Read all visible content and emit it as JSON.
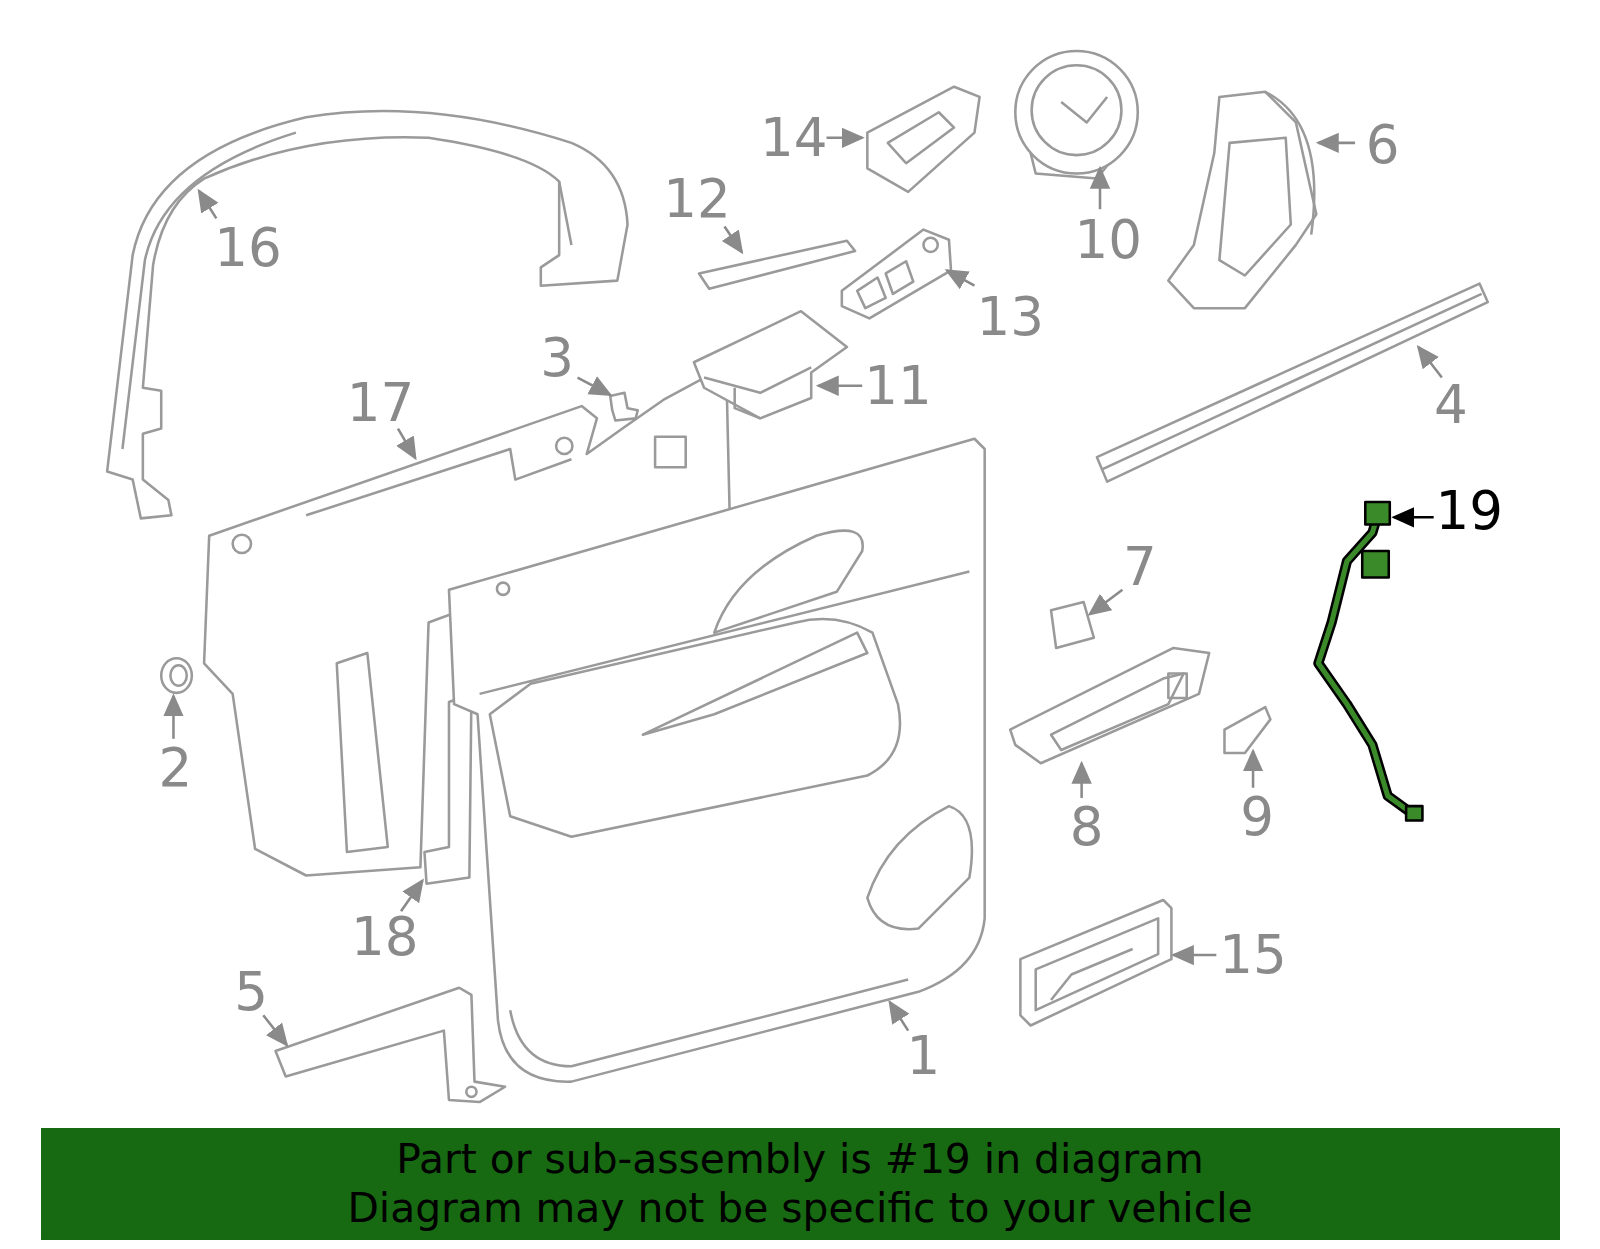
{
  "diagram": {
    "nodes": [
      {
        "text": [
          "Part or sub-assembly is #19 in diagram",
          "Diagram may not be specific to your vehicle"
        ]
      }
    ],
    "labels": [
      "16",
      "14",
      "10",
      "6",
      "12",
      "13",
      "3",
      "17",
      "11",
      "4",
      "19",
      "7",
      "2",
      "8",
      "9",
      "18",
      "15",
      "5",
      "1"
    ]
  }
}
